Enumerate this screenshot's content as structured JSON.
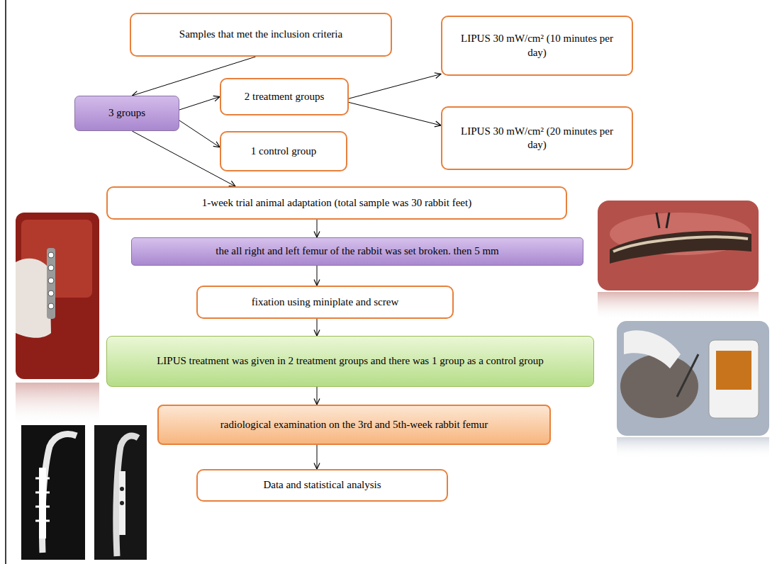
{
  "diagram": {
    "nodes": [
      {
        "text": [
          "Samples that met the inclusion criteria"
        ]
      },
      {
        "text": [
          "3 groups"
        ]
      },
      {
        "text": [
          "2 treatment groups"
        ]
      },
      {
        "text": [
          "LIPUS 30 mW/cm² (10 minutes per day)"
        ]
      },
      {
        "text": [
          "LIPUS 30 mW/cm² (20 minutes per day)"
        ]
      },
      {
        "text": [
          "1 control group"
        ]
      },
      {
        "text": [
          "1-week trial animal adaptation (total sample was 30 rabbit feet)"
        ]
      },
      {
        "text": [
          "the all right and left femur of the rabbit was set broken. then 5 mm"
        ]
      },
      {
        "text": [
          "fixation using miniplate and screw"
        ]
      },
      {
        "text": [
          "LIPUS treatment was given in 2 treatment groups and there was 1 group as a control group"
        ]
      },
      {
        "text": [
          "radiological examination on the 3rd and 5th-week rabbit femur"
        ]
      },
      {
        "text": [
          "Data and statistical analysis"
        ]
      }
    ],
    "edges": [
      {
        "from": 0,
        "to": 1,
        "arrow": "to"
      },
      {
        "from": 1,
        "to": 2,
        "arrow": "to"
      },
      {
        "from": 1,
        "to": 5,
        "arrow": "to"
      },
      {
        "from": 2,
        "to": 3,
        "arrow": "to"
      },
      {
        "from": 2,
        "to": 4,
        "arrow": "to"
      },
      {
        "from": 1,
        "to": 6,
        "arrow": "to"
      },
      {
        "from": 6,
        "to": 7,
        "arrow": "to"
      },
      {
        "from": 7,
        "to": 8,
        "arrow": "to"
      },
      {
        "from": 8,
        "to": 9,
        "arrow": "to"
      },
      {
        "from": 9,
        "to": 10,
        "arrow": "to"
      },
      {
        "from": 10,
        "to": 11,
        "arrow": "to"
      }
    ]
  }
}
